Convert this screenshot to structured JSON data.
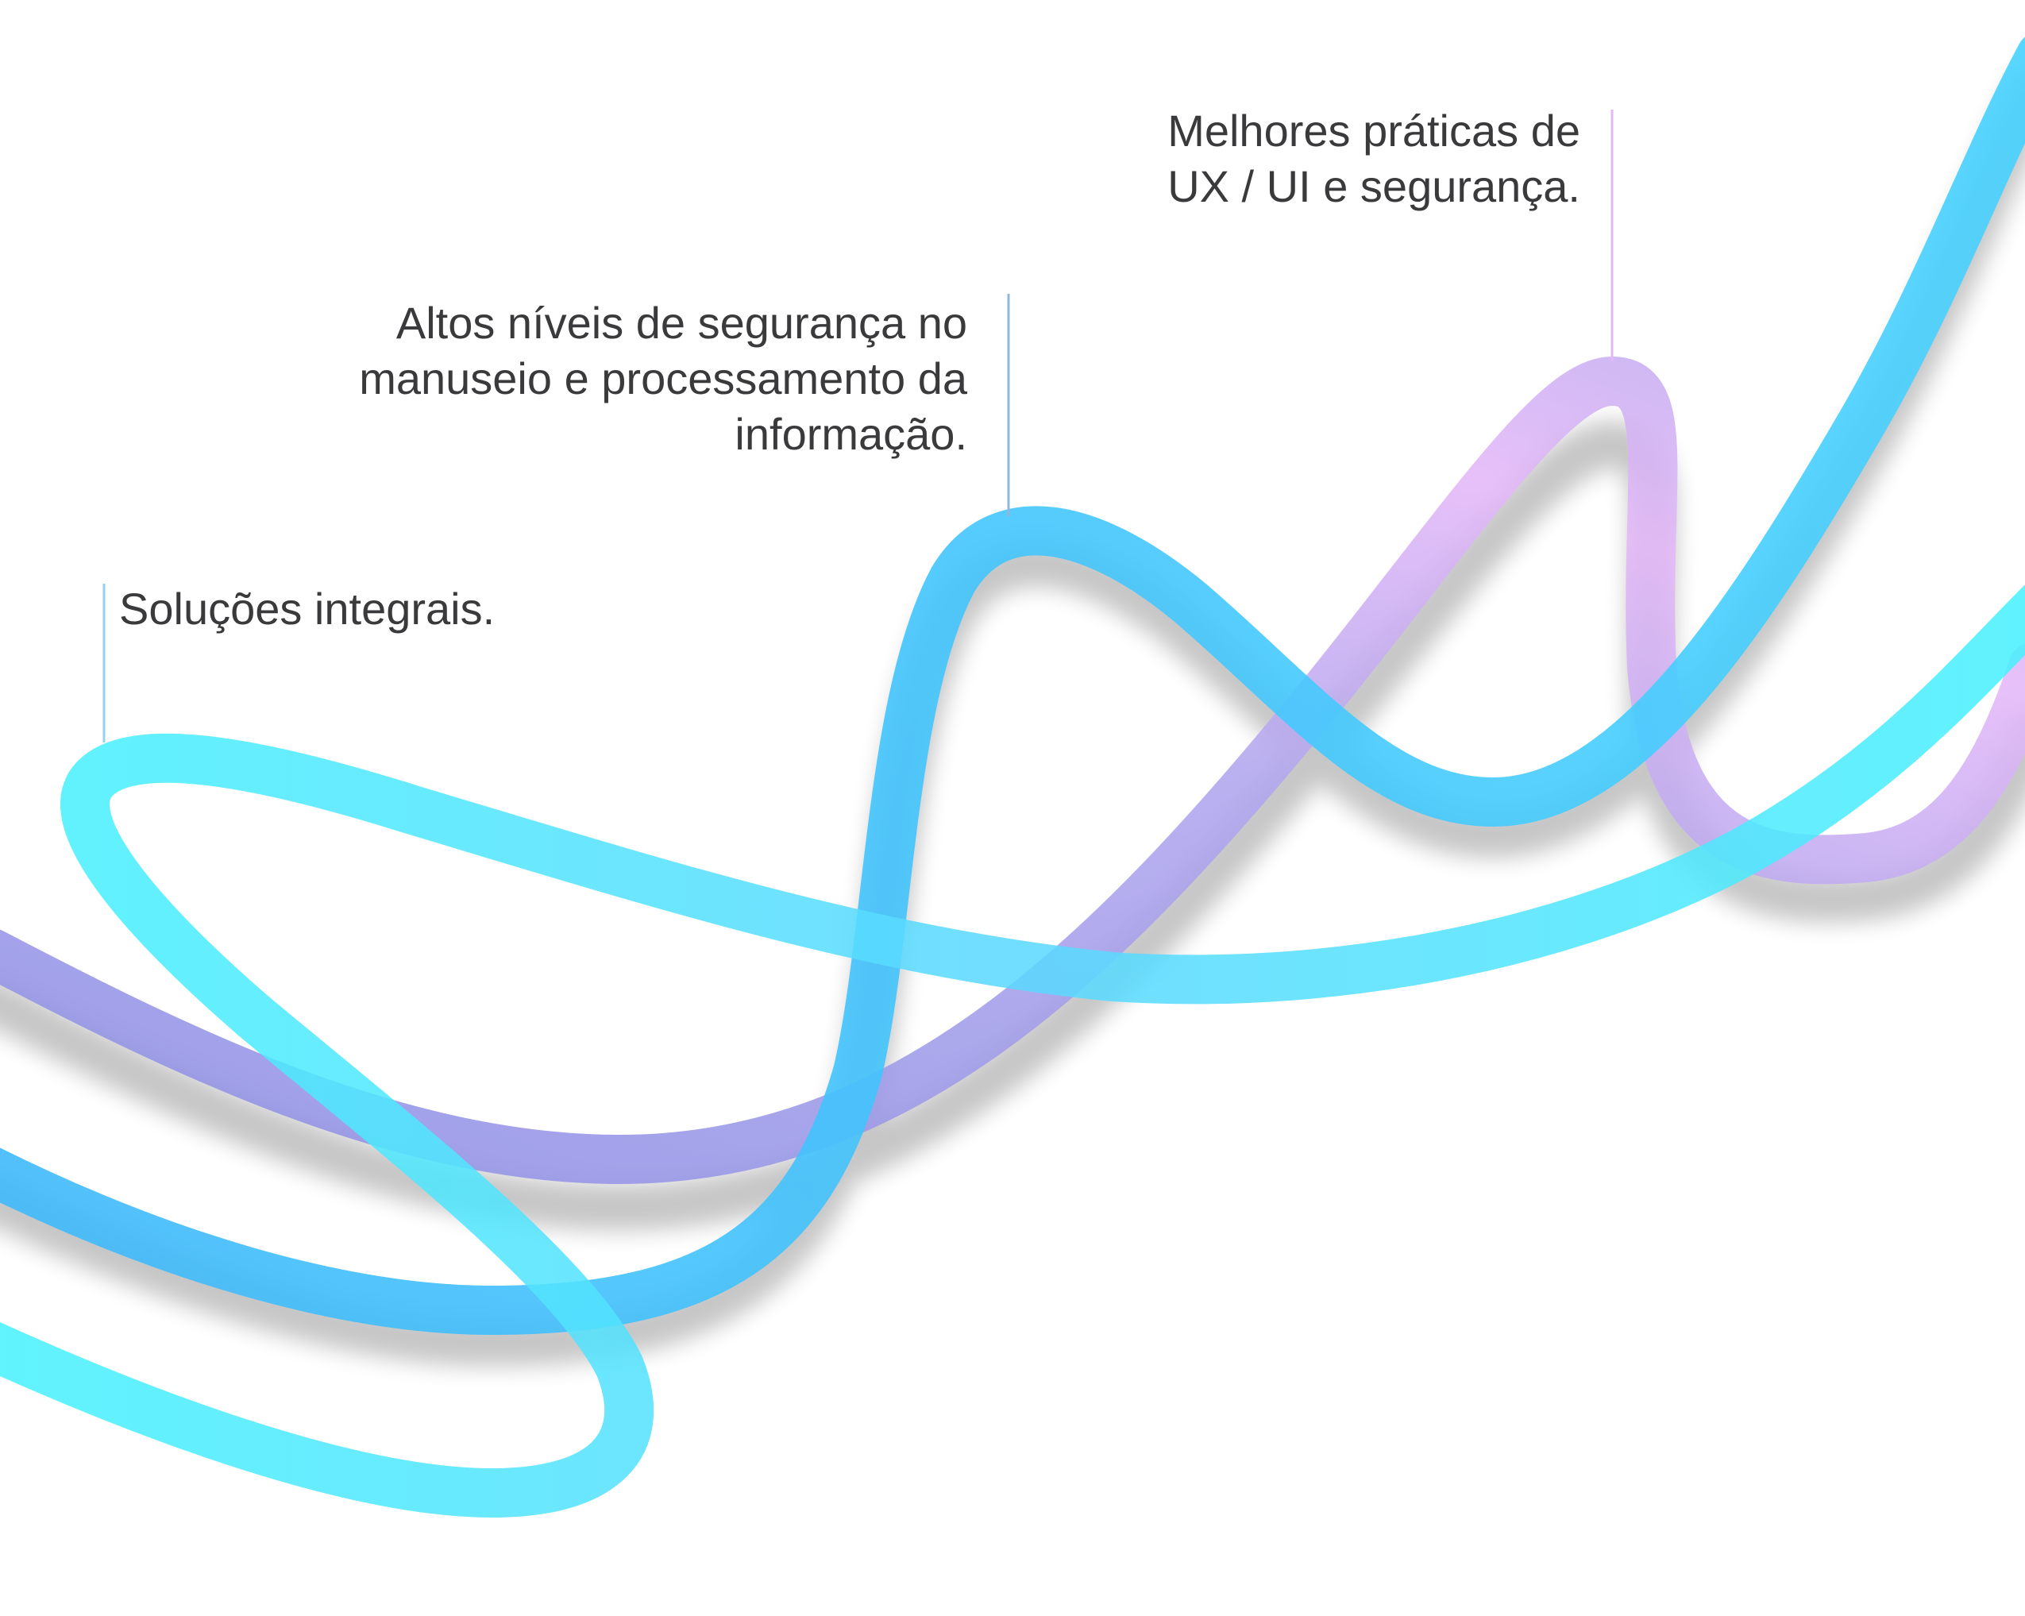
{
  "labels": {
    "solucoes": [
      "Soluções integrais."
    ],
    "altos": [
      "Altos níveis de segurança no",
      "manuseio e processamento da",
      "informação."
    ],
    "melhores": [
      "Melhores práticas de",
      "UX / UI e segurança."
    ]
  },
  "colors": {
    "text": "#3a3a3c",
    "cyan": "#3ff3fc",
    "sky": "#3fc0ff",
    "blue": "#30c8ff",
    "purple": "#8f8ee6",
    "pink": "#ecb6f7"
  }
}
